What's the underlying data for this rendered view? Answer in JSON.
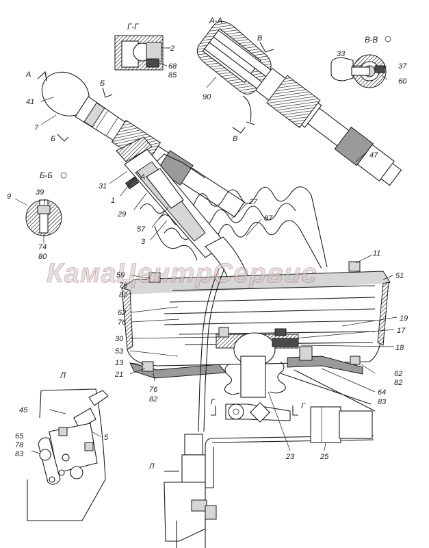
{
  "watermark": "КамаЦентрСервис",
  "corner_mark": "",
  "section_titles": {
    "aa": "А-А",
    "gg": "Г-Г",
    "vv": "В-В",
    "bb": "Б-Б",
    "l": "Л"
  },
  "section_markers": {
    "a_top": "А",
    "a_mid": "А",
    "b_top": "Б",
    "b_bottom": "Б",
    "v_top": "В",
    "v_bottom": "В",
    "g_left": "Г",
    "g_right": "Г",
    "l_arrow": "Л"
  },
  "callouts": {
    "c2": "2",
    "c68": "68",
    "c85": "85",
    "c33": "33",
    "c37": "37",
    "c60": "60",
    "c90": "90",
    "c47": "47",
    "c41": "41",
    "c7": "7",
    "c31": "31",
    "c1": "1",
    "c29": "29",
    "c57": "57",
    "c3": "3",
    "c27": "27",
    "c87": "87",
    "c11": "11",
    "c51": "51",
    "c9": "9",
    "c39": "39",
    "c74": "74",
    "c80": "80",
    "c59": "59",
    "c76a": "76",
    "c82a": "82",
    "c62a": "62",
    "c76b": "76",
    "c19": "19",
    "c17": "17",
    "c18": "18",
    "c30": "30",
    "c53": "53",
    "c13": "13",
    "c21": "21",
    "c76c": "76",
    "c82b": "82",
    "c62b": "62",
    "c82c": "82",
    "c64": "64",
    "c83a": "83",
    "c45": "45",
    "c5": "5",
    "c65": "65",
    "c78": "78",
    "c83b": "83",
    "c23": "23",
    "c25": "25"
  }
}
